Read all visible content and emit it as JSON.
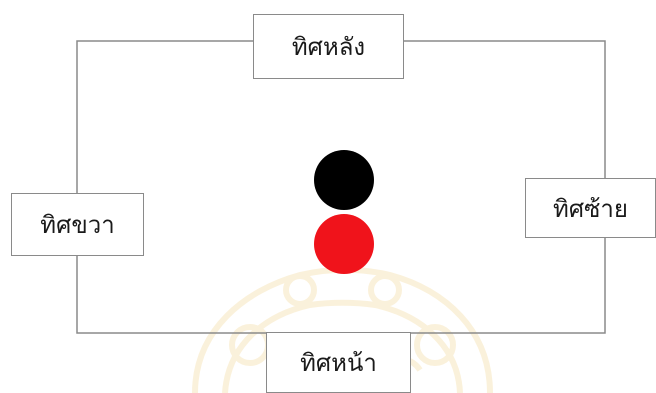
{
  "directions": {
    "back": "ทิศหลัง",
    "right": "ทิศขวา",
    "left": "ทิศซ้าย",
    "front": "ทิศหน้า"
  },
  "markers": {
    "top_color": "#000000",
    "bottom_color": "#f0131b"
  },
  "colors": {
    "frame": "#8a8a8a",
    "watermark": "#f3d89a"
  }
}
